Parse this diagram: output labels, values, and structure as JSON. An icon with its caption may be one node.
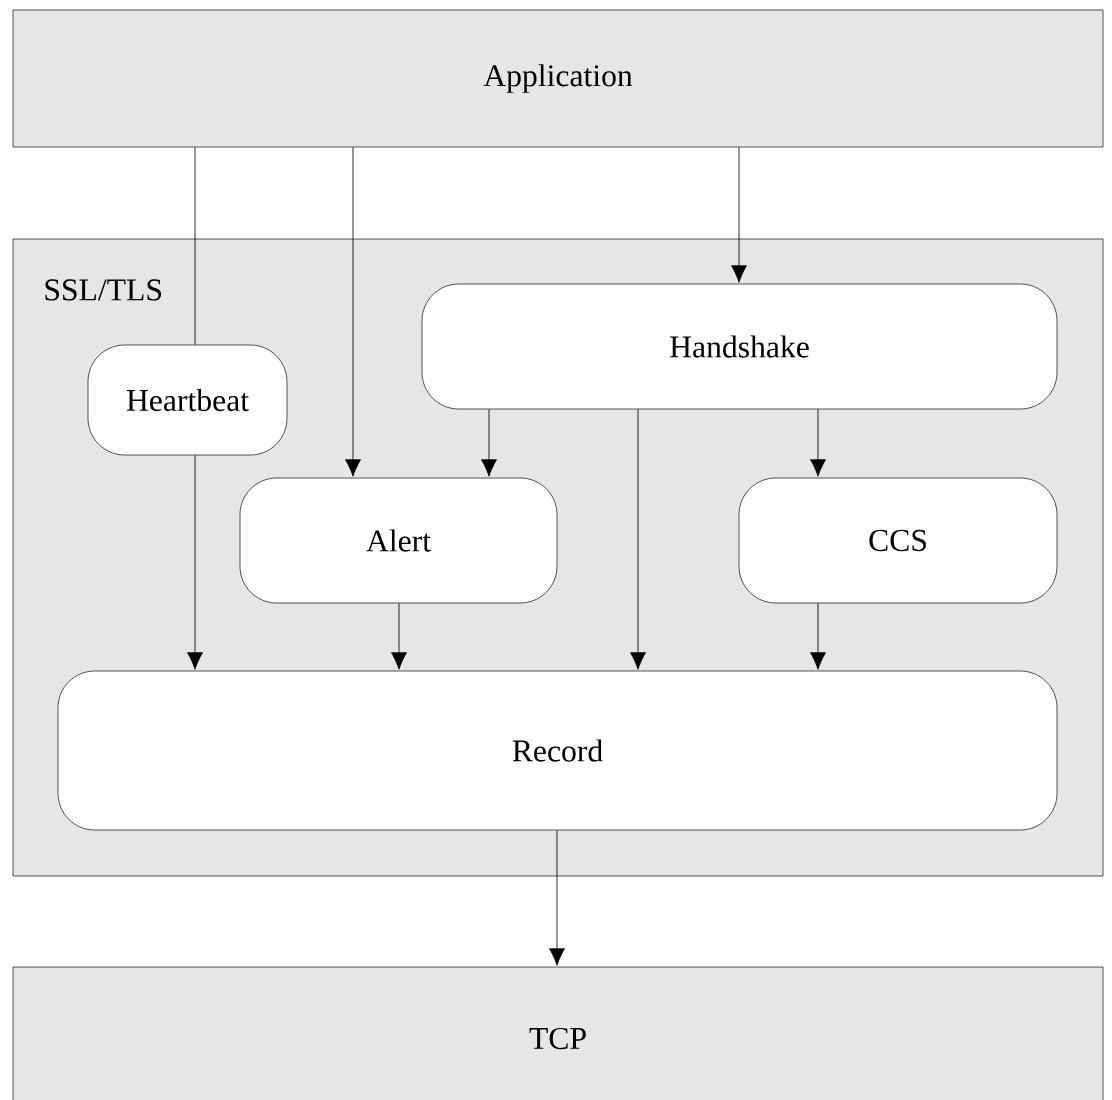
{
  "diagram": {
    "nodes": [
      {
        "text": [
          "Application"
        ]
      },
      {
        "text": [
          "SSL/TLS"
        ]
      },
      {
        "text": [
          "Heartbeat"
        ],
        "in": 1
      },
      {
        "text": [
          "Handshake"
        ],
        "in": 1
      },
      {
        "text": [
          "Alert"
        ],
        "in": 1
      },
      {
        "text": [
          "CCS"
        ],
        "in": 1
      },
      {
        "text": [
          "Record"
        ],
        "in": 1
      },
      {
        "text": [
          "TCP"
        ]
      }
    ],
    "edges": [
      {
        "from": 0,
        "to": 2,
        "arrow": "none"
      },
      {
        "from": 2,
        "to": 6,
        "arrow": "to"
      },
      {
        "from": 0,
        "to": 4,
        "arrow": "to"
      },
      {
        "from": 0,
        "to": 3,
        "arrow": "to"
      },
      {
        "from": 3,
        "to": 4,
        "arrow": "to"
      },
      {
        "from": 3,
        "to": 6,
        "arrow": "to"
      },
      {
        "from": 3,
        "to": 5,
        "arrow": "to"
      },
      {
        "from": 4,
        "to": 6,
        "arrow": "to"
      },
      {
        "from": 5,
        "to": 6,
        "arrow": "to"
      },
      {
        "from": 6,
        "to": 7,
        "arrow": "to"
      }
    ]
  }
}
